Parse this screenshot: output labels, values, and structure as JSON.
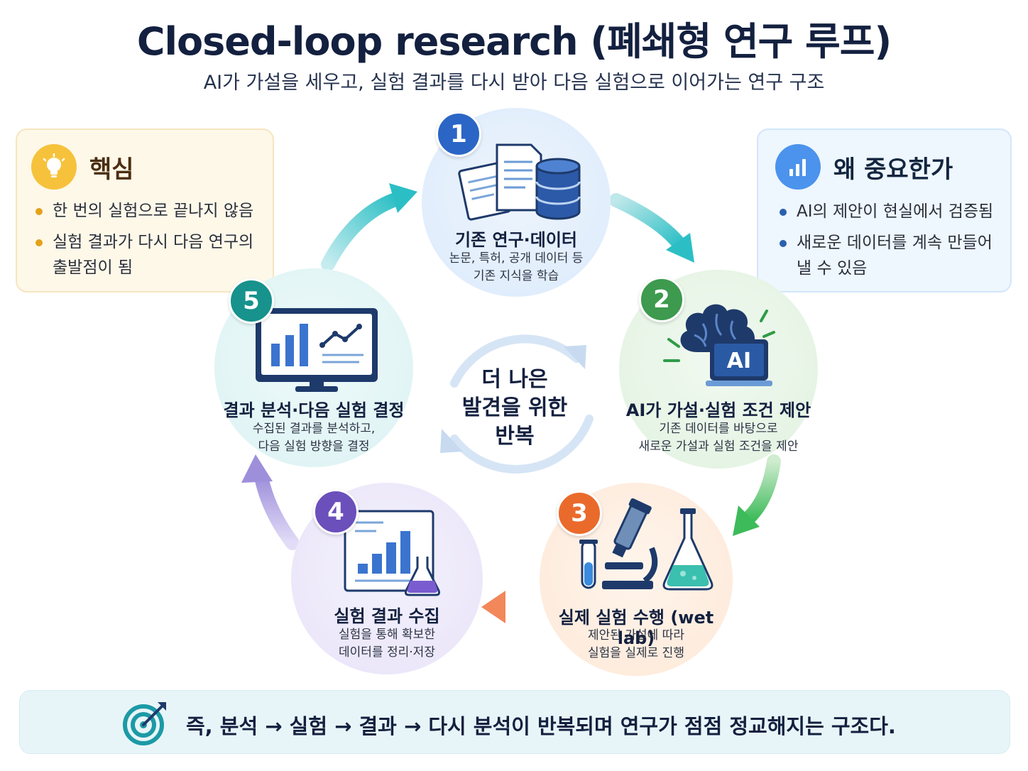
{
  "title": "Closed-loop research (폐쇄형 연구 루프)",
  "subtitle": "AI가 가설을 세우고, 실험 결과를 다시 받아 다음 실험으로 이어가는 연구 구조",
  "left_card": {
    "title": "핵심",
    "icon": "lightbulb-icon",
    "items": [
      "한 번의 실험으로 끝나지 않음",
      "실험 결과가 다시 다음 연구의 출발점이 됨"
    ]
  },
  "right_card": {
    "title": "왜 중요한가",
    "icon": "bar-chart-icon",
    "items": [
      "AI의 제안이 현실에서 검증됨",
      "새로운 데이터를 계속 만들어낼 수 있음"
    ]
  },
  "center": {
    "line1": "더 나은",
    "line2": "발견을 위한",
    "line3": "반복"
  },
  "steps": [
    {
      "number": "1",
      "title": "기존 연구·데이터",
      "desc1": "논문, 특허, 공개 데이터 등",
      "desc2": "기존 지식을 학습",
      "icon": "documents-database-icon",
      "color": "#2b66c6"
    },
    {
      "number": "2",
      "title": "AI가 가설·실험 조건 제안",
      "desc1": "기존 데이터를 바탕으로",
      "desc2": "새로운 가설과 실험 조건을 제안",
      "icon": "ai-brain-icon",
      "color": "#3d9a4e"
    },
    {
      "number": "3",
      "title": "실제 실험 수행 (wet lab)",
      "desc1": "제안된 가설에 따라",
      "desc2": "실험을 실제로 진행",
      "icon": "microscope-flask-icon",
      "color": "#ea6a2b"
    },
    {
      "number": "4",
      "title": "실험 결과 수집",
      "desc1": "실험을 통해 확보한",
      "desc2": "데이터를 정리·저장",
      "icon": "results-chart-icon",
      "color": "#6b4fbb"
    },
    {
      "number": "5",
      "title": "결과 분석·다음 실험 결정",
      "desc1": "수집된 결과를 분석하고,",
      "desc2": "다음 실험 방향을 결정",
      "icon": "monitor-analytics-icon",
      "color": "#17928c"
    }
  ],
  "bottom": {
    "text": "즉, 분석 → 실험 → 결과 → 다시 분석이 반복되며 연구가 점점 정교해지는 구조다.",
    "icon": "target-icon"
  },
  "colors": {
    "step1_bg": "#e3effc",
    "step2_bg": "#e7f5e6",
    "step3_bg": "#fdeee1",
    "step4_bg": "#eeeafa",
    "step5_bg": "#e2f5f6"
  }
}
